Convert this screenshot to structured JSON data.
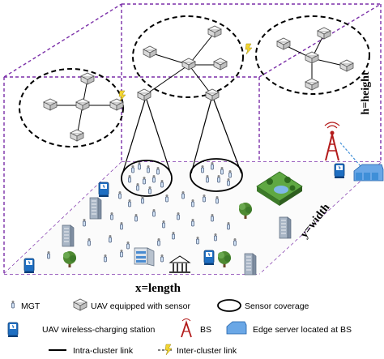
{
  "axes": {
    "height": "h=height",
    "width": "y=width",
    "length": "x=length"
  },
  "legend": {
    "mgt": "MGT",
    "uav": "UAV equipped with sensor",
    "coverage": "Sensor coverage",
    "charging": "UAV wireless-charging station",
    "bs": "BS",
    "edge": "Edge server located at BS",
    "intra": "Intra-cluster link",
    "inter": "Inter-cluster link"
  },
  "colors": {
    "box_edge": "#7b2fa8",
    "charging_blue": "#1f6fc2",
    "bs_red": "#b31b1b",
    "edge_blue": "#3f8fd8",
    "tree_green": "#3d7a2a",
    "lightning": "#f3d531"
  },
  "icons": [
    "mgt-icon",
    "uav-icon",
    "sensor-coverage-icon",
    "charging-station-icon",
    "bs-tower-icon",
    "edge-server-icon",
    "tree-icon",
    "building-icon",
    "bank-icon",
    "park-icon"
  ]
}
